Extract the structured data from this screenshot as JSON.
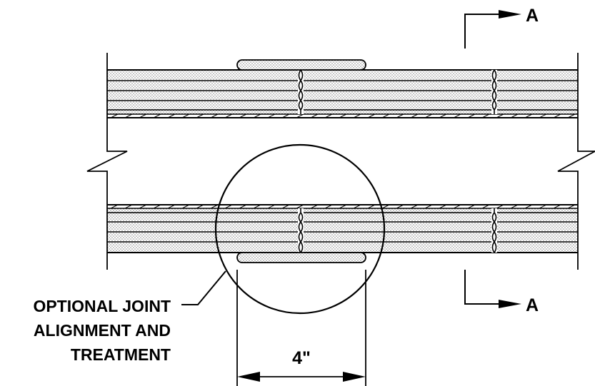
{
  "section_marker": {
    "letter_top": "A",
    "letter_bottom": "A"
  },
  "callout": {
    "line1": "OPTIONAL JOINT",
    "line2": "ALIGNMENT AND",
    "line3": "TREATMENT"
  },
  "dimension": {
    "label": "4\""
  },
  "colors": {
    "ink": "#000000",
    "background": "#ffffff"
  }
}
